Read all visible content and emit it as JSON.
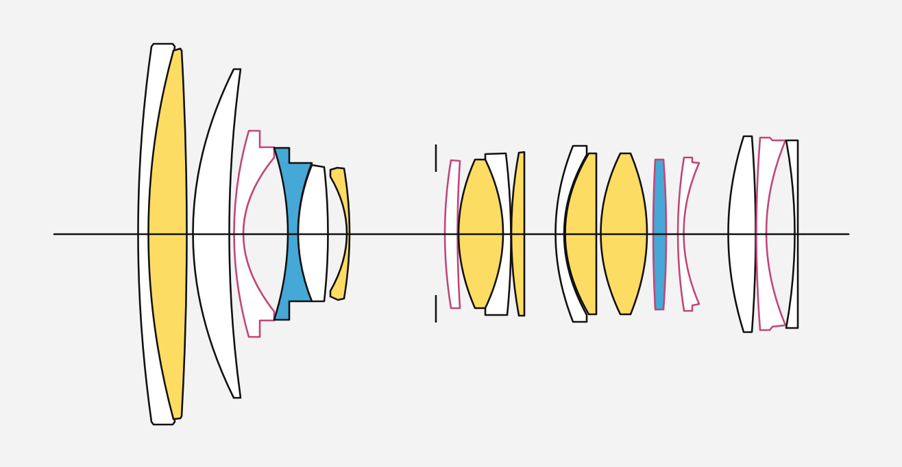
{
  "diagram": {
    "type": "lens-construction",
    "colors": {
      "background": "#f3f3f3",
      "outline": "#111111",
      "white_glass": "#ffffff",
      "yellow_glass": "#fcdc62",
      "blue_glass": "#45a8d6",
      "pink_aspherical_outline": "#c0467a"
    },
    "groups": [
      {
        "name": "front",
        "elements": [
          {
            "fill": "white",
            "edge": "black"
          },
          {
            "fill": "yellow",
            "edge": "black"
          },
          {
            "fill": "white",
            "edge": "black"
          },
          {
            "fill": "white",
            "edge": "pink"
          },
          {
            "fill": "blue",
            "edge": "black"
          },
          {
            "fill": "white",
            "edge": "black"
          },
          {
            "fill": "yellow",
            "edge": "black"
          }
        ]
      },
      {
        "name": "aperture-stop",
        "elements": []
      },
      {
        "name": "middle",
        "elements": [
          {
            "fill": "white",
            "edge": "pink"
          },
          {
            "fill": "yellow",
            "edge": "black"
          },
          {
            "fill": "white",
            "edge": "black"
          },
          {
            "fill": "yellow",
            "edge": "black"
          }
        ]
      },
      {
        "name": "rear-middle",
        "elements": [
          {
            "fill": "white",
            "edge": "black"
          },
          {
            "fill": "yellow",
            "edge": "black"
          },
          {
            "fill": "yellow",
            "edge": "black"
          },
          {
            "fill": "blue",
            "edge": "pink"
          },
          {
            "fill": "white",
            "edge": "pink"
          }
        ]
      },
      {
        "name": "rear",
        "elements": [
          {
            "fill": "white",
            "edge": "black"
          },
          {
            "fill": "white",
            "edge": "pink"
          },
          {
            "fill": "white",
            "edge": "black"
          }
        ]
      }
    ]
  }
}
